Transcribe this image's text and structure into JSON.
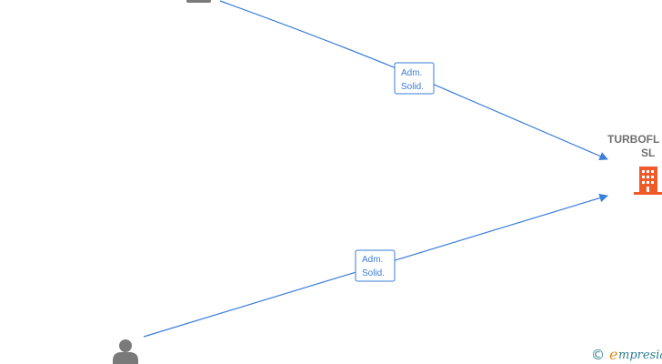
{
  "company": {
    "name_line1": "TURBOFL",
    "name_line2": "SL",
    "icon": "building-icon",
    "color": "#f05a28"
  },
  "people": [
    {
      "icon": "person-icon"
    },
    {
      "icon": "person-icon"
    }
  ],
  "edges": [
    {
      "from": "person-top",
      "to": "company",
      "label_line1": "Adm.",
      "label_line2": "Solid."
    },
    {
      "from": "person-bottom",
      "to": "company",
      "label_line1": "Adm.",
      "label_line2": "Solid."
    }
  ],
  "footer": {
    "copyright_symbol": "©",
    "brand_initial": "e",
    "brand_rest": "mpresia"
  },
  "colors": {
    "edge": "#3b7dd8",
    "person": "#7a7a7a",
    "company_name": "#6f6f6f",
    "brand": "#2a7f8f",
    "brand_accent": "#e48c1b"
  }
}
